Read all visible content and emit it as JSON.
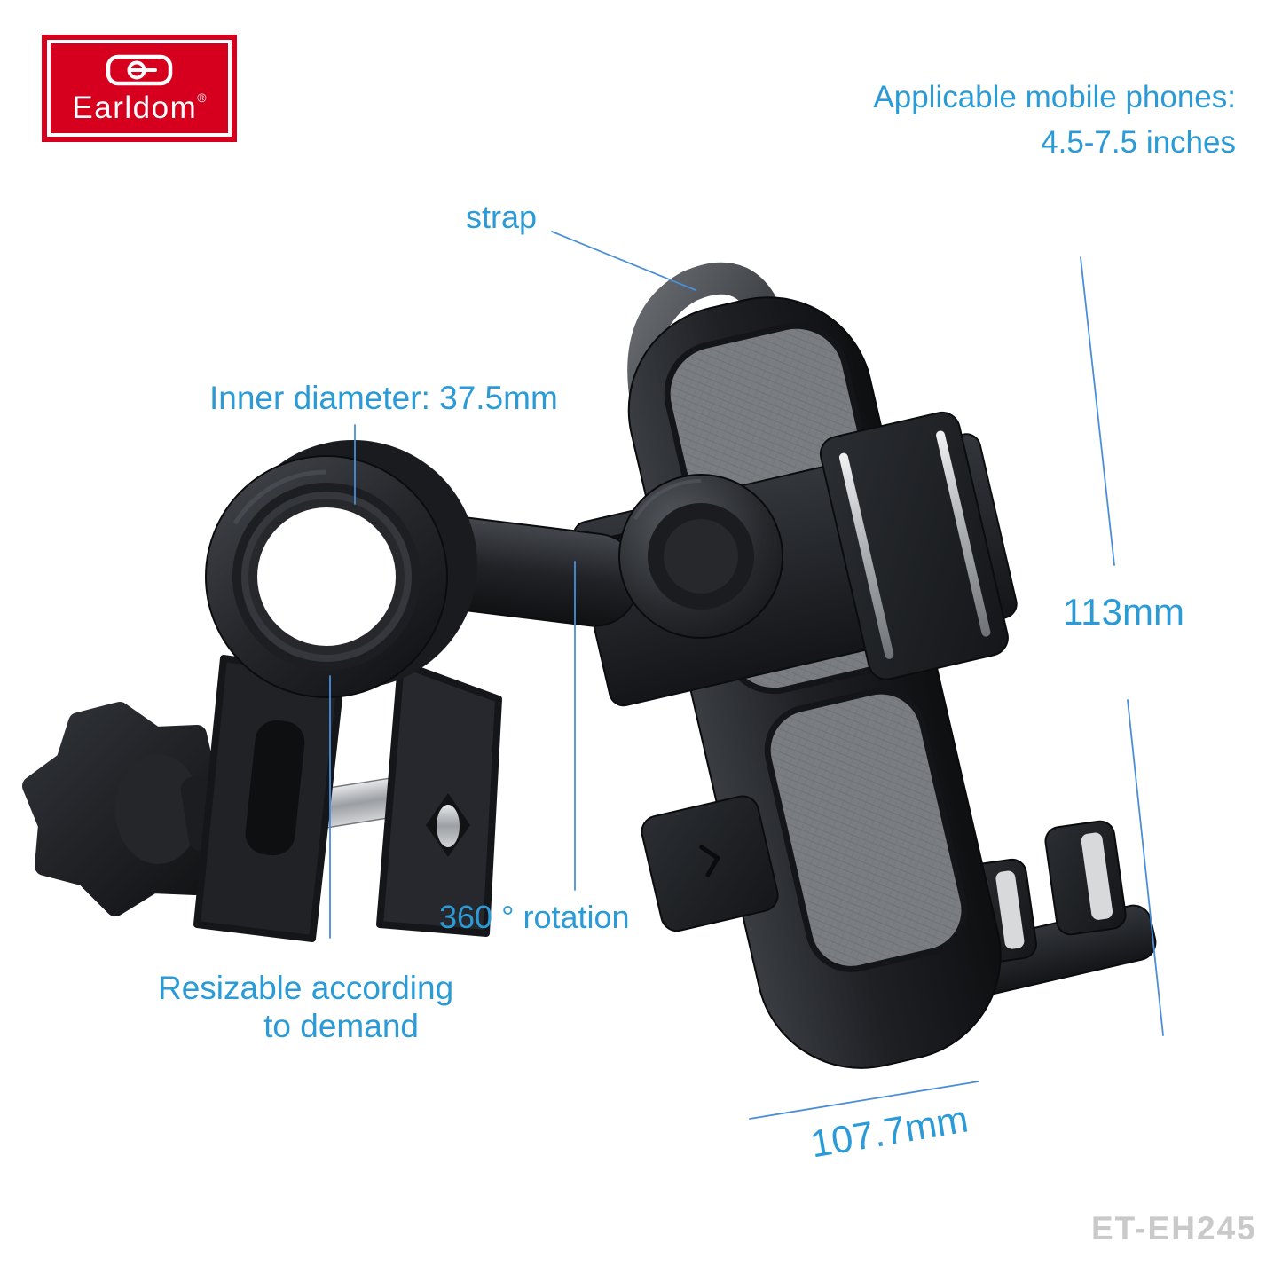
{
  "logo": {
    "name": "Earldom",
    "reg": "®",
    "letter": "e"
  },
  "header": {
    "applicable_line1": "Applicable mobile phones:",
    "applicable_line2": "4.5-7.5 inches"
  },
  "callouts": {
    "strap": "strap",
    "inner_diameter": "Inner diameter: 37.5mm",
    "rotation": "360 ° rotation",
    "resizable_line1": "Resizable according",
    "resizable_line2": "to demand"
  },
  "dimensions": {
    "height": "113mm",
    "width": "107.7mm"
  },
  "model": "ET-EH245",
  "colors": {
    "accent_text": "#2b9bd7",
    "leader_line": "#4a8ed8",
    "logo_red": "#d6001e",
    "model_gray": "#c9c9c9"
  }
}
